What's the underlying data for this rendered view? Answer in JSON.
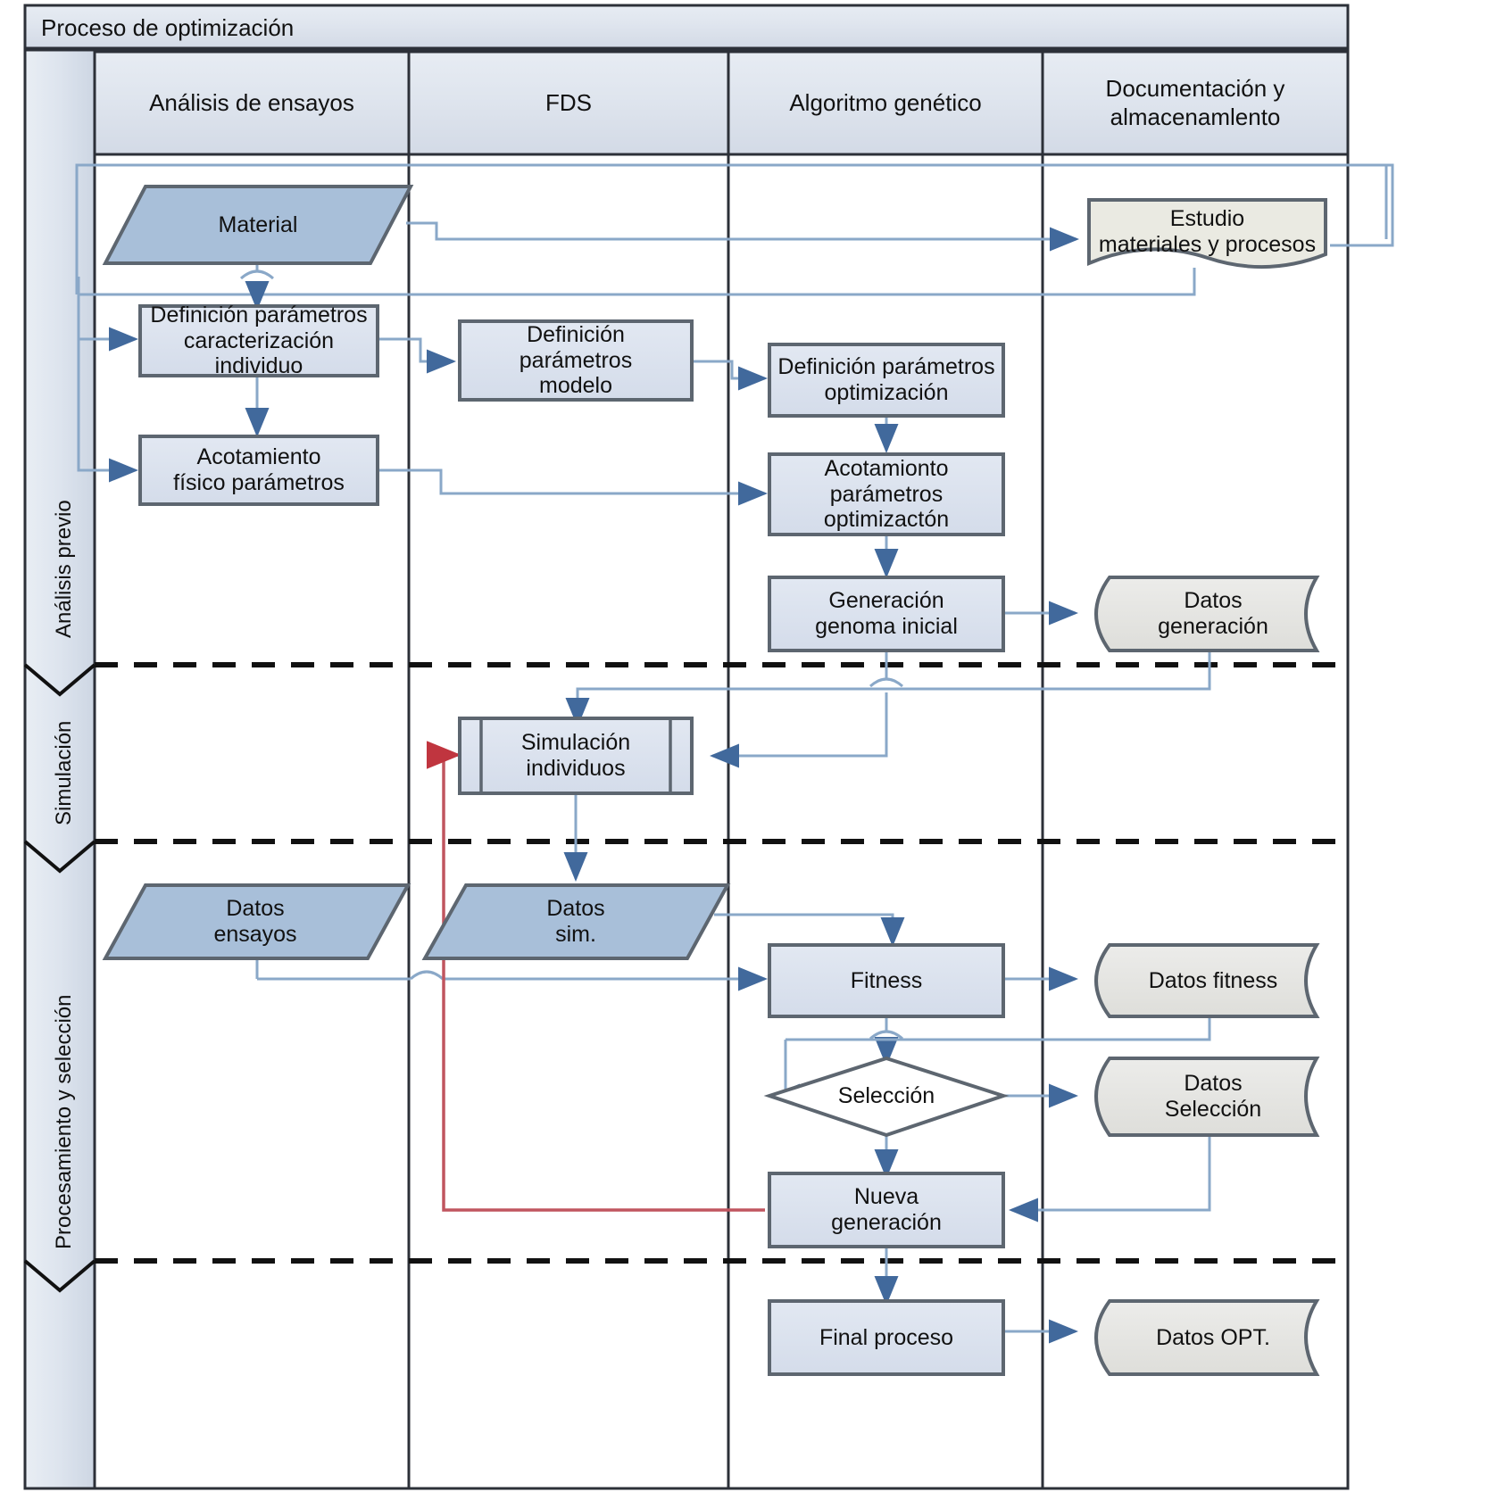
{
  "diagram": {
    "title": "Proceso de optimización",
    "type": "cross-functional-flowchart",
    "lanes": [
      {
        "id": "analisis",
        "label": "Análisis de ensayos"
      },
      {
        "id": "fds",
        "label": "FDS"
      },
      {
        "id": "ga",
        "label": "Algoritmo genético"
      },
      {
        "id": "doc",
        "label": "Documentación y almacenamlento"
      }
    ],
    "phases": [
      {
        "id": "previo",
        "label": "Análisis previo"
      },
      {
        "id": "simulacion",
        "label": "Simulación"
      },
      {
        "id": "procesamiento",
        "label": "Procesamiento y selección"
      }
    ],
    "nodes": [
      {
        "id": "material",
        "label": "Material",
        "shape": "data-parallelogram",
        "lane": "analisis",
        "phase": "previo"
      },
      {
        "id": "estudio",
        "label": "Estudio\nmateriales y procesos",
        "shape": "document",
        "lane": "doc",
        "phase": "previo"
      },
      {
        "id": "def-param-carac",
        "label": "Definición parámetros\ncaracterización\nindividuo",
        "shape": "process",
        "lane": "analisis",
        "phase": "previo"
      },
      {
        "id": "acot-fisico",
        "label": "Acotamiento\nfísico parámetros",
        "shape": "process",
        "lane": "analisis",
        "phase": "previo"
      },
      {
        "id": "def-param-modelo",
        "label": "Definición\nparámetros\nmodelo",
        "shape": "process",
        "lane": "fds",
        "phase": "previo"
      },
      {
        "id": "def-param-opt",
        "label": "Definición parámetros\noptimización",
        "shape": "process",
        "lane": "ga",
        "phase": "previo"
      },
      {
        "id": "acot-param-opt",
        "label": "Acotamionto\nparámetros\noptimizactón",
        "shape": "process",
        "lane": "ga",
        "phase": "previo"
      },
      {
        "id": "gen-genoma",
        "label": "Generación\ngenoma inicial",
        "shape": "process",
        "lane": "ga",
        "phase": "previo"
      },
      {
        "id": "datos-generacion",
        "label": "Datos\ngeneración",
        "shape": "stored-data",
        "lane": "doc",
        "phase": "previo"
      },
      {
        "id": "simulacion-individuos",
        "label": "Simulación\nindividuos",
        "shape": "predefined-process",
        "lane": "fds",
        "phase": "simulacion"
      },
      {
        "id": "datos-ensayos",
        "label": "Datos\nensayos",
        "shape": "data-parallelogram",
        "lane": "analisis",
        "phase": "procesamiento"
      },
      {
        "id": "datos-sim",
        "label": "Datos\nsim.",
        "shape": "data-parallelogram",
        "lane": "fds",
        "phase": "procesamiento"
      },
      {
        "id": "fitness",
        "label": "Fitness",
        "shape": "process",
        "lane": "ga",
        "phase": "procesamiento"
      },
      {
        "id": "datos-fitness",
        "label": "Datos fitness",
        "shape": "stored-data",
        "lane": "doc",
        "phase": "procesamiento"
      },
      {
        "id": "seleccion",
        "label": "Selección",
        "shape": "decision",
        "lane": "ga",
        "phase": "procesamiento"
      },
      {
        "id": "datos-seleccion",
        "label": "Datos\nSelección",
        "shape": "stored-data",
        "lane": "doc",
        "phase": "procesamiento"
      },
      {
        "id": "nueva-generacion",
        "label": "Nueva\ngeneración",
        "shape": "process",
        "lane": "ga",
        "phase": "procesamiento"
      },
      {
        "id": "final-proceso",
        "label": "Final proceso",
        "shape": "process",
        "lane": "ga",
        "phase": "procesamiento"
      },
      {
        "id": "datos-opt",
        "label": "Datos OPT.",
        "shape": "stored-data",
        "lane": "doc",
        "phase": "procesamiento"
      }
    ],
    "colors": {
      "lane_header_fill": "#dde3ec",
      "process_fill": "#dce3ee",
      "data_fill": "#a8bfd9",
      "store_fill": "#e3e3e1",
      "document_fill": "#eaeae2",
      "connector": "#8aa8c8",
      "loop_connector": "#c0555f",
      "frame": "#2c3038",
      "shape_border": "#5d6670",
      "phase_divider": "#111111"
    },
    "node_text": {
      "material": "Material",
      "estudio_l1": "Estudio",
      "estudio_l2": "materiales y procesos",
      "defcarac_l1": "Definición parámetros",
      "defcarac_l2": "caracterización",
      "defcarac_l3": "individuo",
      "acotfis_l1": "Acotamiento",
      "acotfis_l2": "físico parámetros",
      "defmodelo_l1": "Definición",
      "defmodelo_l2": "parámetros",
      "defmodelo_l3": "modelo",
      "defopt_l1": "Definición parámetros",
      "defopt_l2": "optimización",
      "acotopt_l1": "Acotamionto",
      "acotopt_l2": "parámetros",
      "acotopt_l3": "optimizactón",
      "genoma_l1": "Generación",
      "genoma_l2": "genoma inicial",
      "datosgen_l1": "Datos",
      "datosgen_l2": "generación",
      "simind_l1": "Simulación",
      "simind_l2": "individuos",
      "datosens_l1": "Datos",
      "datosens_l2": "ensayos",
      "datossim_l1": "Datos",
      "datossim_l2": "sim.",
      "fitness": "Fitness",
      "datosfitness": "Datos fitness",
      "seleccion": "Selección",
      "datossel_l1": "Datos",
      "datossel_l2": "Selección",
      "nuevagen_l1": "Nueva",
      "nuevagen_l2": "generación",
      "finalproceso": "Final proceso",
      "datosopt": "Datos OPT."
    }
  }
}
